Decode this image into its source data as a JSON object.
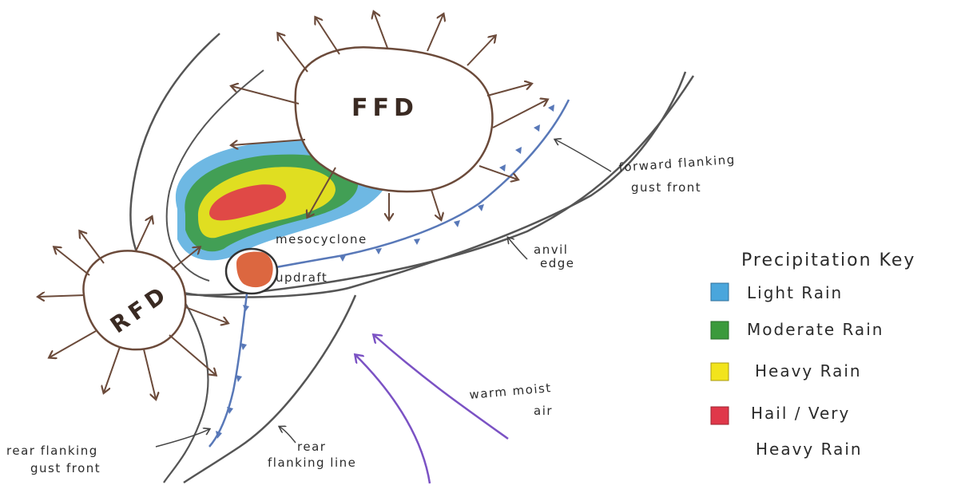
{
  "diagram": {
    "ffd_label": "FFD",
    "rfd_label": "RFD",
    "labels": {
      "mesocyclone": "mesocyclone",
      "updraft": "updraft",
      "forward_flanking_1": "forward flanking",
      "forward_flanking_2": "gust front",
      "anvil_1": "anvil",
      "anvil_2": "edge",
      "warm_moist_1": "warm moist",
      "warm_moist_2": "air",
      "rear_gust_1": "rear flanking",
      "rear_gust_2": "gust front",
      "rear_line_1": "rear",
      "rear_line_2": "flanking line"
    },
    "key": {
      "title": "Precipitation Key",
      "items": [
        {
          "label": "Light Rain",
          "color": "#4aa6dc"
        },
        {
          "label": "Moderate Rain",
          "color": "#3b9a3c"
        },
        {
          "label": "Heavy Rain",
          "color": "#f2e41c"
        },
        {
          "label": "Hail / Very",
          "label2": "Heavy Rain",
          "color": "#e0384a"
        }
      ]
    },
    "colors": {
      "outflow": "#6b4a3a",
      "front": "#5878b8",
      "inflow": "#7b52c4",
      "outline": "#555555",
      "updraft": "#d8562b"
    }
  }
}
